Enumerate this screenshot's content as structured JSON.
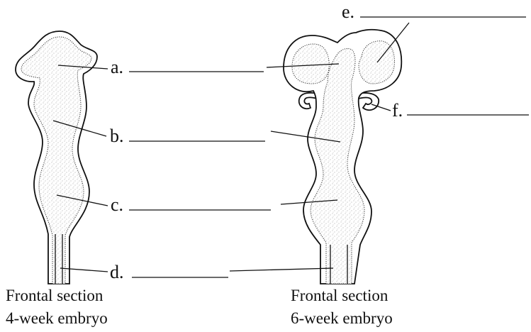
{
  "labels": {
    "a": "a.",
    "b": "b.",
    "c": "c.",
    "d": "d.",
    "e": "e.",
    "f": "f."
  },
  "captions": {
    "left_line1": "Frontal section",
    "left_line2": "4-week embryo",
    "right_line1": "Frontal section",
    "right_line2": "6-week embryo"
  },
  "colors": {
    "ink": "#111111",
    "stipple": "#9a9a9a",
    "background": "#ffffff"
  }
}
